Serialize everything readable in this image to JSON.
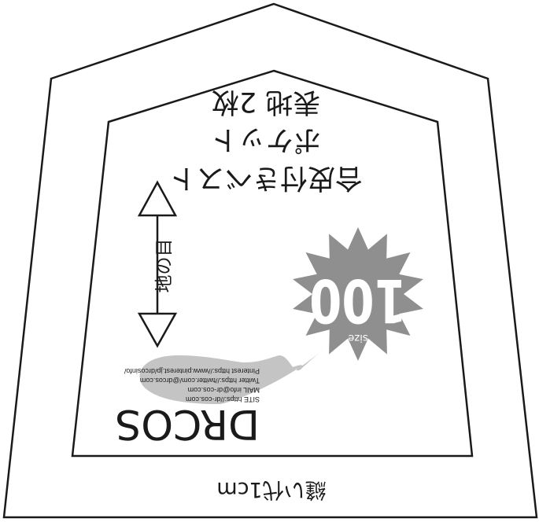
{
  "seam_allowance": "縫い代1cm",
  "body_text": {
    "line1": "合皮付きベスト",
    "line2": "ポケット",
    "line3": "表地 2枚"
  },
  "grain_label": "地の目",
  "badge": {
    "number": "100",
    "unit": "size"
  },
  "logo": {
    "text": "DRCOS"
  },
  "contact": {
    "site": "SITE https://dr-cos.com",
    "mail": "MAIL info@dr-cos.com",
    "twitter": "Twitter https://twitter.com/@drcos.com",
    "pinterest": "Pinterest https://www.pinterest.jp/drcosinfo/"
  },
  "colors": {
    "line": "#1a1a1a",
    "badge": "#8f8f8f",
    "logo_swoosh": "#c4c4c4"
  }
}
